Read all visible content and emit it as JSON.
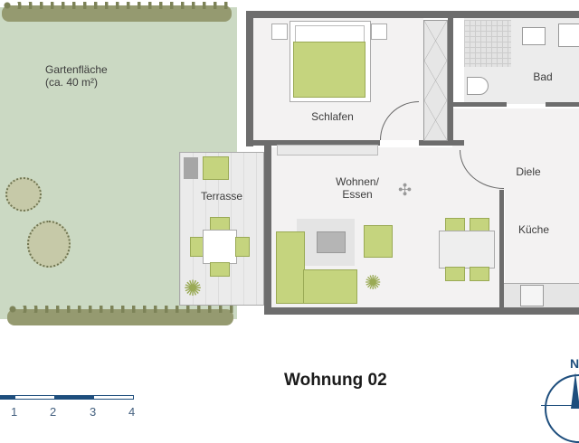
{
  "plan": {
    "title": "Wohnung 02",
    "rooms": {
      "garden": {
        "name": "Gartenfläche",
        "area": "(ca. 40 m²)"
      },
      "bedroom": "Schlafen",
      "bath": "Bad",
      "living_line1": "Wohnen/",
      "living_line2": "Essen",
      "terrace": "Terrasse",
      "hall": "Diele",
      "kitchen": "Küche"
    }
  },
  "scale": {
    "ticks": [
      "1",
      "2",
      "3",
      "4"
    ],
    "color": "#1e4e7d"
  },
  "compass": {
    "label": "N",
    "color": "#1e4e7d"
  },
  "colors": {
    "garden": "#cbd9c3",
    "hedge": "#959a70",
    "furniture": "#c5d47e",
    "wall": "#6d6d6d",
    "floor": "#f3f2f2"
  }
}
